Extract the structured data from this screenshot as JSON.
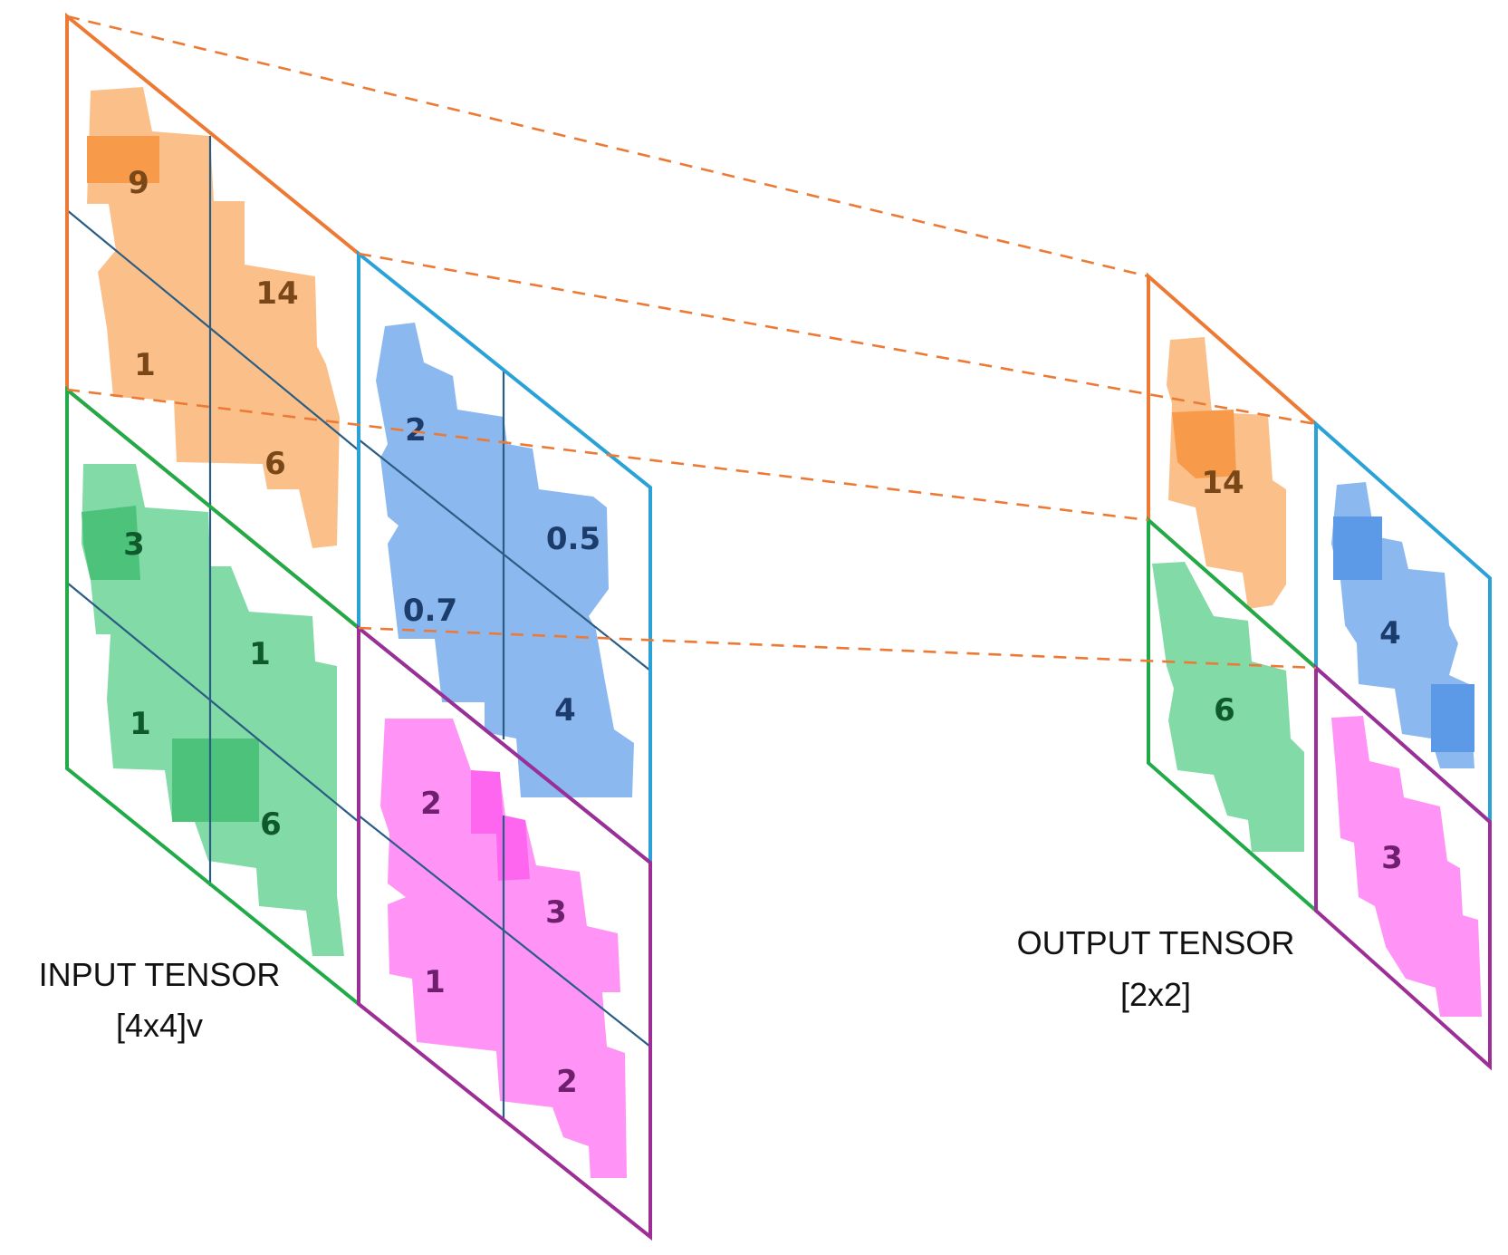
{
  "input_tensor": {
    "title": "INPUT TENSOR",
    "shape": "[4x4]v",
    "quadrants": {
      "orange": [
        "9",
        "14",
        "1",
        "6"
      ],
      "blue": [
        "2",
        "0.5",
        "0.7",
        "4"
      ],
      "green": [
        "3",
        "1",
        "1",
        "6"
      ],
      "magenta": [
        "2",
        "3",
        "1",
        "2"
      ]
    }
  },
  "output_tensor": {
    "title": "OUTPUT TENSOR",
    "shape": "[2x2]",
    "values": {
      "orange": "14",
      "blue": "4",
      "green": "6",
      "magenta": "3"
    }
  },
  "colors": {
    "orange": "#ec7a34",
    "blue": "#2aa2d8",
    "green": "#21aa48",
    "magenta": "#9c2e96",
    "orange_fill": "#fbb97d",
    "blue_fill": "#7fb0ee",
    "green_fill": "#6cd396",
    "magenta_fill": "#ff88f5"
  }
}
